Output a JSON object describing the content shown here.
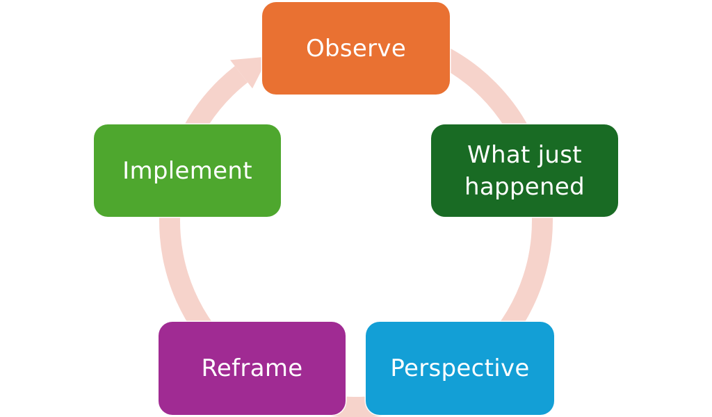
{
  "diagram": {
    "type": "cycle",
    "direction": "clockwise",
    "connector": {
      "style": "circular-arrow",
      "color": "#F6D3CB",
      "arrow_target": "Observe"
    },
    "nodes": [
      {
        "id": "observe",
        "label": "Observe",
        "color": "#E97132"
      },
      {
        "id": "what-just-happened",
        "label": "What just happened",
        "color": "#196B24"
      },
      {
        "id": "perspective",
        "label": "Perspective",
        "color": "#139FD6"
      },
      {
        "id": "reframe",
        "label": "Reframe",
        "color": "#A02B93"
      },
      {
        "id": "implement",
        "label": "Implement",
        "color": "#4EA72E"
      }
    ]
  }
}
